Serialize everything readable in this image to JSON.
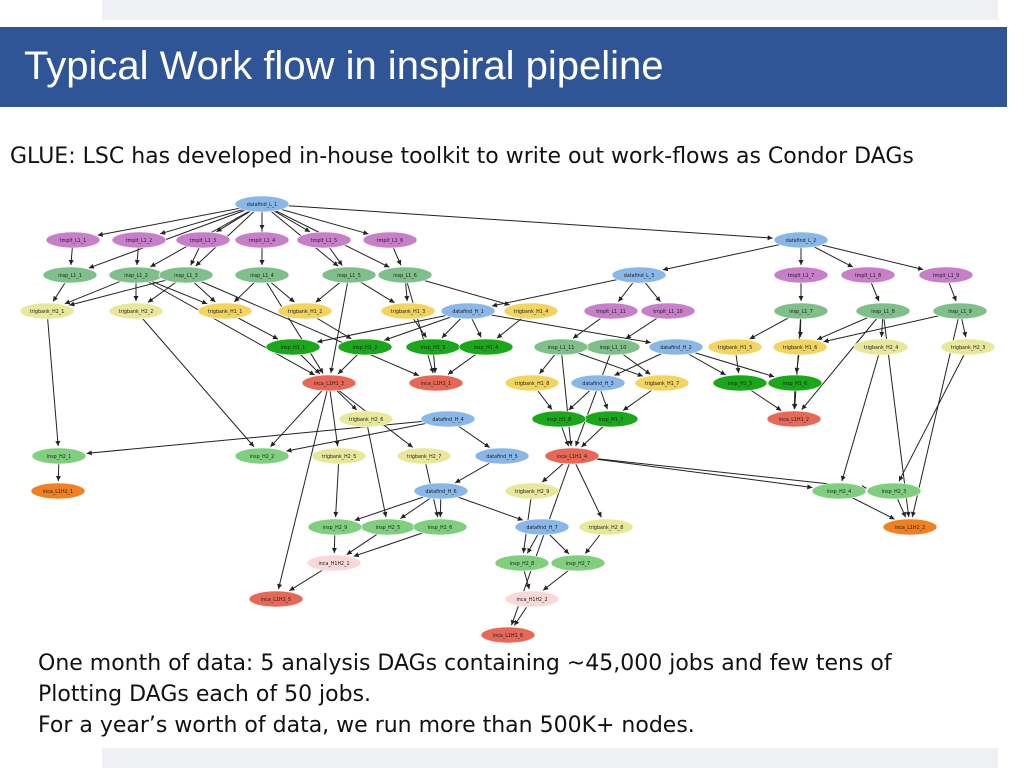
{
  "title": "Typical Work flow in inspiral pipeline",
  "subtitle": "GLUE: LSC has developed in-house toolkit to write out work-flows as Condor DAGs",
  "footer": {
    "line1": "One month of data: 5 analysis DAGs containing ~45,000 jobs and few tens of",
    "line2": "Plotting DAGs each of 50 jobs.",
    "line3": "For a year’s worth of data, we run more than 500K+ nodes."
  },
  "colors": {
    "datafind": "#89b7e8",
    "tmplt": "#c77fc9",
    "insp_l": "#7fbf8a",
    "insp_h1": "#1aa81a",
    "insp_h2": "#7fcf7f",
    "trigbank": "#f3d45e",
    "trigbank_h2": "#e8e89a",
    "inca": "#e86858",
    "inca_h1h2": "#f8d8d8",
    "inca_l1h2": "#f08020",
    "edge": "#222222"
  },
  "nodes": [
    {
      "id": "datafind_L_1",
      "category": "datafind"
    },
    {
      "id": "datafind_L_2",
      "category": "datafind"
    },
    {
      "id": "datafind_L_3",
      "category": "datafind"
    },
    {
      "id": "datafind_H_1",
      "category": "datafind"
    },
    {
      "id": "datafind_H_2",
      "category": "datafind"
    },
    {
      "id": "datafind_H_3",
      "category": "datafind"
    },
    {
      "id": "datafind_H_4",
      "category": "datafind"
    },
    {
      "id": "datafind_H_5",
      "category": "datafind"
    },
    {
      "id": "datafind_H_6",
      "category": "datafind"
    },
    {
      "id": "datafind_H_7",
      "category": "datafind"
    },
    {
      "id": "tmplt_L1_1",
      "category": "tmplt"
    },
    {
      "id": "tmplt_L1_2",
      "category": "tmplt"
    },
    {
      "id": "tmplt_L1_3",
      "category": "tmplt"
    },
    {
      "id": "tmplt_L1_4",
      "category": "tmplt"
    },
    {
      "id": "tmplt_L1_5",
      "category": "tmplt"
    },
    {
      "id": "tmplt_L1_6",
      "category": "tmplt"
    },
    {
      "id": "tmplt_L1_7",
      "category": "tmplt"
    },
    {
      "id": "tmplt_L1_8",
      "category": "tmplt"
    },
    {
      "id": "tmplt_L1_9",
      "category": "tmplt"
    },
    {
      "id": "tmplt_L1_10",
      "category": "tmplt"
    },
    {
      "id": "tmplt_L1_11",
      "category": "tmplt"
    },
    {
      "id": "insp_L1_1",
      "category": "insp_l"
    },
    {
      "id": "insp_L1_2",
      "category": "insp_l"
    },
    {
      "id": "insp_L1_3",
      "category": "insp_l"
    },
    {
      "id": "insp_L1_4",
      "category": "insp_l"
    },
    {
      "id": "insp_L1_5",
      "category": "insp_l"
    },
    {
      "id": "insp_L1_6",
      "category": "insp_l"
    },
    {
      "id": "insp_L1_7",
      "category": "insp_l"
    },
    {
      "id": "insp_L1_8",
      "category": "insp_l"
    },
    {
      "id": "insp_L1_9",
      "category": "insp_l"
    },
    {
      "id": "insp_L1_10",
      "category": "insp_l"
    },
    {
      "id": "insp_L1_11",
      "category": "insp_l"
    },
    {
      "id": "trigbank_H2_1",
      "category": "trigbank_h2"
    },
    {
      "id": "trigbank_H2_2",
      "category": "trigbank_h2"
    },
    {
      "id": "trigbank_H2_3",
      "category": "trigbank_h2"
    },
    {
      "id": "trigbank_H2_4",
      "category": "trigbank_h2"
    },
    {
      "id": "trigbank_H2_5",
      "category": "trigbank_h2"
    },
    {
      "id": "trigbank_H2_6",
      "category": "trigbank_h2"
    },
    {
      "id": "trigbank_H2_7",
      "category": "trigbank_h2"
    },
    {
      "id": "trigbank_H2_8",
      "category": "trigbank_h2"
    },
    {
      "id": "trigbank_H2_9",
      "category": "trigbank_h2"
    },
    {
      "id": "trigbank_H1_1",
      "category": "trigbank"
    },
    {
      "id": "trigbank_H1_2",
      "category": "trigbank"
    },
    {
      "id": "trigbank_H1_3",
      "category": "trigbank"
    },
    {
      "id": "trigbank_H1_4",
      "category": "trigbank"
    },
    {
      "id": "trigbank_H1_5",
      "category": "trigbank"
    },
    {
      "id": "trigbank_H1_6",
      "category": "trigbank"
    },
    {
      "id": "trigbank_H1_7",
      "category": "trigbank"
    },
    {
      "id": "trigbank_H1_8",
      "category": "trigbank"
    },
    {
      "id": "insp_H1_1",
      "category": "insp_h1"
    },
    {
      "id": "insp_H1_2",
      "category": "insp_h1"
    },
    {
      "id": "insp_H1_3",
      "category": "insp_h1"
    },
    {
      "id": "insp_H1_4",
      "category": "insp_h1"
    },
    {
      "id": "insp_H1_5",
      "category": "insp_h1"
    },
    {
      "id": "insp_H1_6",
      "category": "insp_h1"
    },
    {
      "id": "insp_H1_7",
      "category": "insp_h1"
    },
    {
      "id": "insp_H1_8",
      "category": "insp_h1"
    },
    {
      "id": "insp_H2_1",
      "category": "insp_h2"
    },
    {
      "id": "insp_H2_2",
      "category": "insp_h2"
    },
    {
      "id": "insp_H2_3",
      "category": "insp_h2"
    },
    {
      "id": "insp_H2_4",
      "category": "insp_h2"
    },
    {
      "id": "insp_H2_5",
      "category": "insp_h2"
    },
    {
      "id": "insp_H2_6",
      "category": "insp_h2"
    },
    {
      "id": "insp_H2_7",
      "category": "insp_h2"
    },
    {
      "id": "insp_H2_8",
      "category": "insp_h2"
    },
    {
      "id": "insp_H2_9",
      "category": "insp_h2"
    },
    {
      "id": "inca_L1H1_1",
      "category": "inca"
    },
    {
      "id": "inca_L1H1_2",
      "category": "inca"
    },
    {
      "id": "inca_L1H1_3",
      "category": "inca"
    },
    {
      "id": "inca_L1H1_4",
      "category": "inca"
    },
    {
      "id": "inca_L1H1_5",
      "category": "inca"
    },
    {
      "id": "inca_L1H1_6",
      "category": "inca"
    },
    {
      "id": "inca_H1H2_1",
      "category": "inca_h1h2"
    },
    {
      "id": "inca_H1H2_2",
      "category": "inca_h1h2"
    },
    {
      "id": "inca_L1H2_1",
      "category": "inca_l1h2"
    },
    {
      "id": "inca_L1H2_2",
      "category": "inca_l1h2"
    }
  ],
  "edges": [
    [
      "datafind_L_1",
      "tmplt_L1_1"
    ],
    [
      "datafind_L_1",
      "tmplt_L1_2"
    ],
    [
      "datafind_L_1",
      "tmplt_L1_3"
    ],
    [
      "datafind_L_1",
      "tmplt_L1_4"
    ],
    [
      "datafind_L_1",
      "tmplt_L1_5"
    ],
    [
      "datafind_L_1",
      "tmplt_L1_6"
    ],
    [
      "datafind_L_1",
      "datafind_L_2"
    ],
    [
      "datafind_L_1",
      "insp_L1_1"
    ],
    [
      "datafind_L_1",
      "insp_L1_2"
    ],
    [
      "datafind_L_1",
      "insp_L1_3"
    ],
    [
      "datafind_L_1",
      "insp_L1_4"
    ],
    [
      "datafind_L_1",
      "insp_L1_5"
    ],
    [
      "datafind_L_1",
      "insp_L1_6"
    ],
    [
      "tmplt_L1_1",
      "insp_L1_1"
    ],
    [
      "tmplt_L1_2",
      "insp_L1_2"
    ],
    [
      "tmplt_L1_3",
      "insp_L1_3"
    ],
    [
      "tmplt_L1_4",
      "insp_L1_4"
    ],
    [
      "tmplt_L1_5",
      "insp_L1_5"
    ],
    [
      "tmplt_L1_6",
      "insp_L1_6"
    ],
    [
      "datafind_L_2",
      "datafind_L_3"
    ],
    [
      "datafind_L_2",
      "tmplt_L1_7"
    ],
    [
      "datafind_L_2",
      "tmplt_L1_8"
    ],
    [
      "datafind_L_2",
      "tmplt_L1_9"
    ],
    [
      "datafind_L_3",
      "tmplt_L1_10"
    ],
    [
      "datafind_L_3",
      "tmplt_L1_11"
    ],
    [
      "datafind_L_3",
      "datafind_H_1"
    ],
    [
      "tmplt_L1_7",
      "insp_L1_7"
    ],
    [
      "tmplt_L1_8",
      "insp_L1_8"
    ],
    [
      "tmplt_L1_9",
      "insp_L1_9"
    ],
    [
      "tmplt_L1_10",
      "insp_L1_10"
    ],
    [
      "tmplt_L1_11",
      "insp_L1_11"
    ],
    [
      "insp_L1_1",
      "trigbank_H2_1"
    ],
    [
      "insp_L1_2",
      "trigbank_H2_1"
    ],
    [
      "insp_L1_2",
      "trigbank_H2_2"
    ],
    [
      "insp_L1_2",
      "trigbank_H1_1"
    ],
    [
      "insp_L1_3",
      "trigbank_H2_1"
    ],
    [
      "insp_L1_3",
      "trigbank_H2_2"
    ],
    [
      "insp_L1_3",
      "trigbank_H1_1"
    ],
    [
      "insp_L1_4",
      "trigbank_H1_1"
    ],
    [
      "insp_L1_4",
      "trigbank_H1_2"
    ],
    [
      "insp_L1_5",
      "trigbank_H1_2"
    ],
    [
      "insp_L1_5",
      "trigbank_H1_3"
    ],
    [
      "insp_L1_6",
      "trigbank_H1_3"
    ],
    [
      "insp_L1_6",
      "trigbank_H1_4"
    ],
    [
      "insp_L1_2",
      "inca_L1H1_3"
    ],
    [
      "insp_L1_4",
      "inca_L1H1_3"
    ],
    [
      "insp_L1_5",
      "inca_L1H1_3"
    ],
    [
      "insp_L1_3",
      "inca_L1H1_1"
    ],
    [
      "insp_L1_6",
      "inca_L1H1_1"
    ],
    [
      "datafind_H_1",
      "insp_H1_1"
    ],
    [
      "datafind_H_1",
      "insp_H1_2"
    ],
    [
      "datafind_H_1",
      "insp_H1_3"
    ],
    [
      "datafind_H_1",
      "insp_H1_4"
    ],
    [
      "datafind_H_1",
      "datafind_H_2"
    ],
    [
      "trigbank_H1_1",
      "insp_H1_1"
    ],
    [
      "trigbank_H1_2",
      "insp_H1_2"
    ],
    [
      "trigbank_H1_3",
      "insp_H1_3"
    ],
    [
      "trigbank_H1_4",
      "insp_H1_4"
    ],
    [
      "insp_H1_1",
      "inca_L1H1_3"
    ],
    [
      "insp_H1_2",
      "inca_L1H1_3"
    ],
    [
      "insp_H1_3",
      "inca_L1H1_1"
    ],
    [
      "insp_H1_4",
      "inca_L1H1_1"
    ],
    [
      "datafind_H_2",
      "datafind_H_3"
    ],
    [
      "datafind_H_2",
      "insp_H1_5"
    ],
    [
      "datafind_H_2",
      "insp_H1_6"
    ],
    [
      "insp_L1_7",
      "trigbank_H1_5"
    ],
    [
      "insp_L1_7",
      "trigbank_H1_6"
    ],
    [
      "insp_L1_8",
      "trigbank_H1_6"
    ],
    [
      "insp_L1_8",
      "trigbank_H2_4"
    ],
    [
      "insp_L1_9",
      "trigbank_H2_3"
    ],
    [
      "insp_L1_9",
      "trigbank_H1_6"
    ],
    [
      "trigbank_H1_5",
      "insp_H1_5"
    ],
    [
      "trigbank_H1_6",
      "insp_H1_6"
    ],
    [
      "insp_H1_5",
      "inca_L1H1_2"
    ],
    [
      "insp_H1_6",
      "inca_L1H1_2"
    ],
    [
      "insp_L1_7",
      "inca_L1H1_2"
    ],
    [
      "insp_L1_8",
      "inca_L1H1_2"
    ],
    [
      "insp_L1_11",
      "trigbank_H1_8"
    ],
    [
      "insp_L1_10",
      "trigbank_H1_7"
    ],
    [
      "insp_L1_11",
      "trigbank_H1_7"
    ],
    [
      "datafind_H_3",
      "insp_H1_8"
    ],
    [
      "datafind_H_3",
      "insp_H1_7"
    ],
    [
      "trigbank_H1_8",
      "insp_H1_8"
    ],
    [
      "trigbank_H1_7",
      "insp_H1_7"
    ],
    [
      "insp_H1_8",
      "inca_L1H1_4"
    ],
    [
      "insp_H1_7",
      "inca_L1H1_4"
    ],
    [
      "insp_L1_10",
      "inca_L1H1_4"
    ],
    [
      "insp_L1_11",
      "inca_L1H1_4"
    ],
    [
      "inca_L1H1_3",
      "trigbank_H2_6"
    ],
    [
      "inca_L1H1_3",
      "trigbank_H2_5"
    ],
    [
      "inca_L1H1_3",
      "trigbank_H2_7"
    ],
    [
      "inca_L1H1_3",
      "insp_H2_2"
    ],
    [
      "inca_L1H1_3",
      "inca_L1H1_5"
    ],
    [
      "trigbank_H2_1",
      "insp_H2_1"
    ],
    [
      "trigbank_H2_2",
      "insp_H2_2"
    ],
    [
      "datafind_H_4",
      "insp_H2_1"
    ],
    [
      "datafind_H_4",
      "datafind_H_5"
    ],
    [
      "datafind_H_4",
      "insp_H2_2"
    ],
    [
      "datafind_H_5",
      "datafind_H_6"
    ],
    [
      "insp_H2_1",
      "inca_L1H2_1"
    ],
    [
      "trigbank_H2_5",
      "insp_H2_9"
    ],
    [
      "trigbank_H2_7",
      "insp_H2_6"
    ],
    [
      "trigbank_H2_6",
      "insp_H2_5"
    ],
    [
      "datafind_H_6",
      "insp_H2_9"
    ],
    [
      "datafind_H_6",
      "insp_H2_5"
    ],
    [
      "datafind_H_6",
      "insp_H2_6"
    ],
    [
      "datafind_H_6",
      "datafind_H_7"
    ],
    [
      "insp_H2_9",
      "inca_H1H2_1"
    ],
    [
      "insp_H2_5",
      "inca_H1H2_1"
    ],
    [
      "insp_H2_6",
      "inca_H1H2_1"
    ],
    [
      "inca_L1H1_4",
      "insp_H2_4"
    ],
    [
      "inca_L1H1_4",
      "insp_H2_3"
    ],
    [
      "inca_L1H1_4",
      "trigbank_H2_8"
    ],
    [
      "inca_L1H1_4",
      "trigbank_H2_9"
    ],
    [
      "inca_L1H1_4",
      "inca_L1H1_6"
    ],
    [
      "datafind_H_7",
      "insp_H2_8"
    ],
    [
      "datafind_H_7",
      "insp_H2_7"
    ],
    [
      "trigbank_H2_9",
      "insp_H2_8"
    ],
    [
      "trigbank_H2_8",
      "insp_H2_7"
    ],
    [
      "insp_H2_8",
      "inca_H1H2_2"
    ],
    [
      "insp_H2_7",
      "inca_H1H2_2"
    ],
    [
      "trigbank_H2_4",
      "insp_H2_4"
    ],
    [
      "trigbank_H2_3",
      "insp_H2_3"
    ],
    [
      "insp_H2_4",
      "inca_L1H2_2"
    ],
    [
      "insp_H2_3",
      "inca_L1H2_2"
    ],
    [
      "insp_L1_9",
      "inca_L1H2_2"
    ],
    [
      "insp_L1_8",
      "inca_L1H2_2"
    ],
    [
      "inca_H1H2_1",
      "inca_L1H1_5"
    ],
    [
      "inca_H1H2_2",
      "inca_L1H1_6"
    ]
  ]
}
